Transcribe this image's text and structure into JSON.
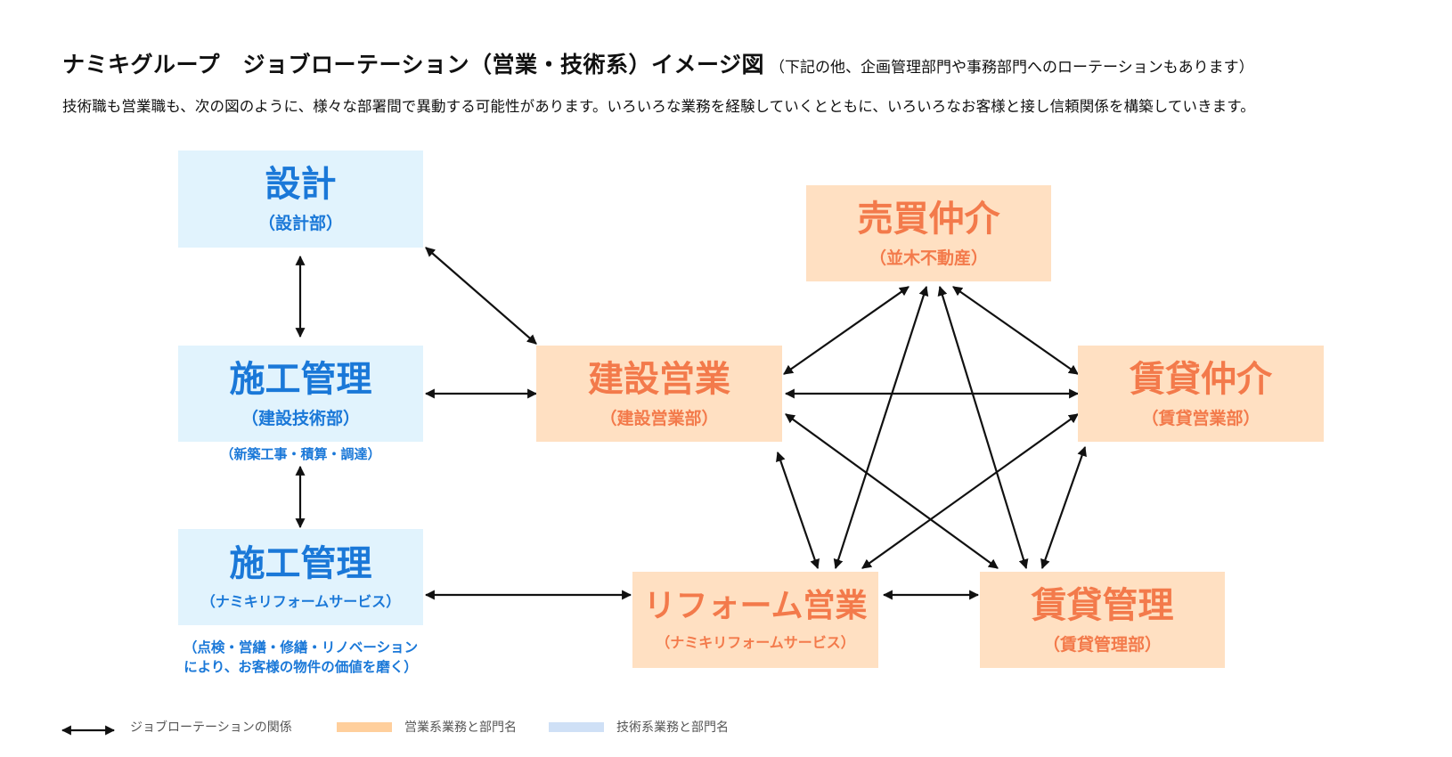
{
  "header": {
    "title": "ナミキグループ　ジョブローテーション（営業・技術系）イメージ図",
    "title_note": "（下記の他、企画管理部門や事務部門へのローテーションもあります）",
    "subtitle": "技術職も営業職も、次の図のように、様々な部署間で異動する可能性があります。いろいろな業務を経験していくとともに、いろいろなお客様と接し信頼関係を構築していきます。"
  },
  "boxes": {
    "design": {
      "title": "設計",
      "sub": "（設計部）"
    },
    "construction_mgmt": {
      "title": "施工管理",
      "sub": "（建設技術部）"
    },
    "reform_construction": {
      "title": "施工管理",
      "sub": "（ナミキリフォームサービス）"
    },
    "construction_sales": {
      "title": "建設営業",
      "sub": "（建設営業部）"
    },
    "brokerage": {
      "title": "売買仲介",
      "sub": "（並木不動産）"
    },
    "rental_brokerage": {
      "title": "賃貸仲介",
      "sub": "（賃貸営業部）"
    },
    "reform_sales": {
      "title": "リフォーム営業",
      "sub": "（ナミキリフォームサービス）"
    },
    "rental_mgmt": {
      "title": "賃貸管理",
      "sub": "（賃貸管理部）"
    }
  },
  "notes": {
    "construction_mgmt_note": "（新築工事・積算・調達）",
    "reform_note_line1": "（点検・営繕・修繕・リノベーション",
    "reform_note_line2": "により、お客様の物件の価値を磨く）"
  },
  "legend": {
    "arrow_label": "ジョブローテーションの関係",
    "sales_label": "営業系業務と部門名",
    "tech_label": "技術系業務と部門名"
  },
  "colors": {
    "tech_fill": "#e1f3fd",
    "tech_text": "#1a78d8",
    "sales_fill": "#ffe0c2",
    "sales_text": "#f37a4b",
    "legend_sales": "#ffcf9c",
    "legend_tech": "#cfe0f6",
    "arrow": "#111111"
  }
}
